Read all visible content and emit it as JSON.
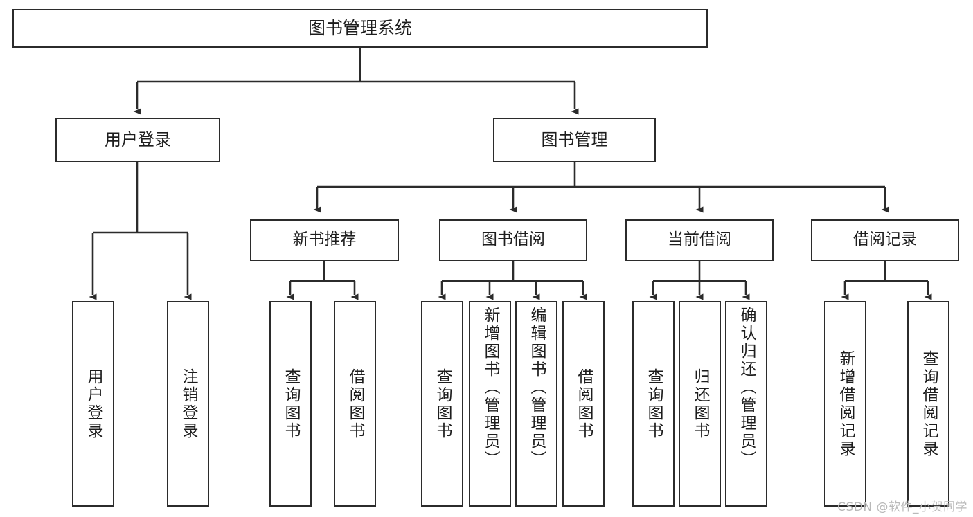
{
  "diagram": {
    "type": "tree-hierarchy",
    "title": "图书管理系统",
    "root": {
      "label": "图书管理系统"
    },
    "level1": [
      {
        "label": "用户登录"
      },
      {
        "label": "图书管理"
      }
    ],
    "level2": [
      {
        "label": "新书推荐"
      },
      {
        "label": "图书借阅"
      },
      {
        "label": "当前借阅"
      },
      {
        "label": "借阅记录"
      }
    ],
    "leaves": {
      "user_login": [
        {
          "label": "用户登录"
        },
        {
          "label": "注销登录"
        }
      ],
      "new_book_recommend": [
        {
          "label": "查询图书"
        },
        {
          "label": "借阅图书"
        }
      ],
      "book_borrow": [
        {
          "label": "查询图书"
        },
        {
          "label": "新增图书（管理员）"
        },
        {
          "label": "编辑图书（管理员）"
        },
        {
          "label": "借阅图书"
        }
      ],
      "current_borrow": [
        {
          "label": "查询图书"
        },
        {
          "label": "归还图书"
        },
        {
          "label": "确认归还（管理员）"
        }
      ],
      "borrow_record": [
        {
          "label": "新增借阅记录"
        },
        {
          "label": "查询借阅记录"
        }
      ]
    }
  },
  "watermark": {
    "text": "CSDN @软件_小贺同学"
  },
  "colors": {
    "stroke": "#2b2b2b",
    "background": "#ffffff",
    "text": "#1d1d1d",
    "watermark": "#b9b9b9"
  }
}
